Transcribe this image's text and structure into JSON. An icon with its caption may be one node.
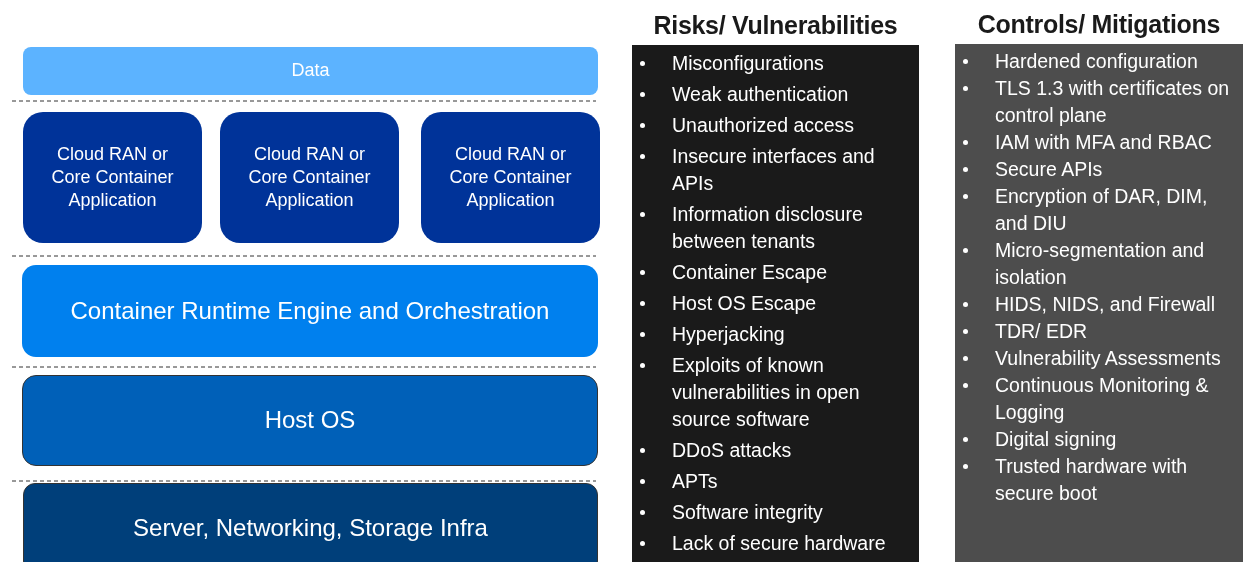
{
  "diagram": {
    "nodes": [
      {
        "text": [
          "Data"
        ]
      },
      {
        "text": [
          "Cloud RAN or Core Container Application"
        ]
      },
      {
        "text": [
          "Cloud RAN or Core Container Application"
        ]
      },
      {
        "text": [
          "Cloud RAN or Core Container Application"
        ]
      },
      {
        "text": [
          "Container Runtime Engine and Orchestration"
        ]
      },
      {
        "text": [
          "Host OS"
        ]
      },
      {
        "text": [
          "Server, Networking, Storage Infra"
        ]
      },
      {
        "text": [
          "Risks/ Vulnerabilities",
          "Misconfigurations",
          "Weak authentication",
          "Unauthorized access",
          "Insecure interfaces and APIs",
          "Information disclosure between tenants",
          "Container Escape",
          "Host OS Escape",
          "Hyperjacking",
          "Exploits of known vulnerabilities in open source software",
          "DDoS attacks",
          "APTs",
          "Software integrity",
          "Lack of secure hardware"
        ]
      },
      {
        "text": [
          "Controls/ Mitigations",
          "Hardened configuration",
          "TLS 1.3 with certificates on control plane",
          "IAM with MFA and RBAC",
          "Secure APIs",
          "Encryption of DAR, DIM, and DIU",
          "Micro-segmentation and isolation",
          "HIDS, NIDS, and Firewall",
          "TDR/ EDR",
          "Vulnerability Assessments",
          "Continuous Monitoring & Logging",
          "Digital signing",
          "Trusted hardware with secure boot"
        ]
      }
    ],
    "edges": []
  }
}
